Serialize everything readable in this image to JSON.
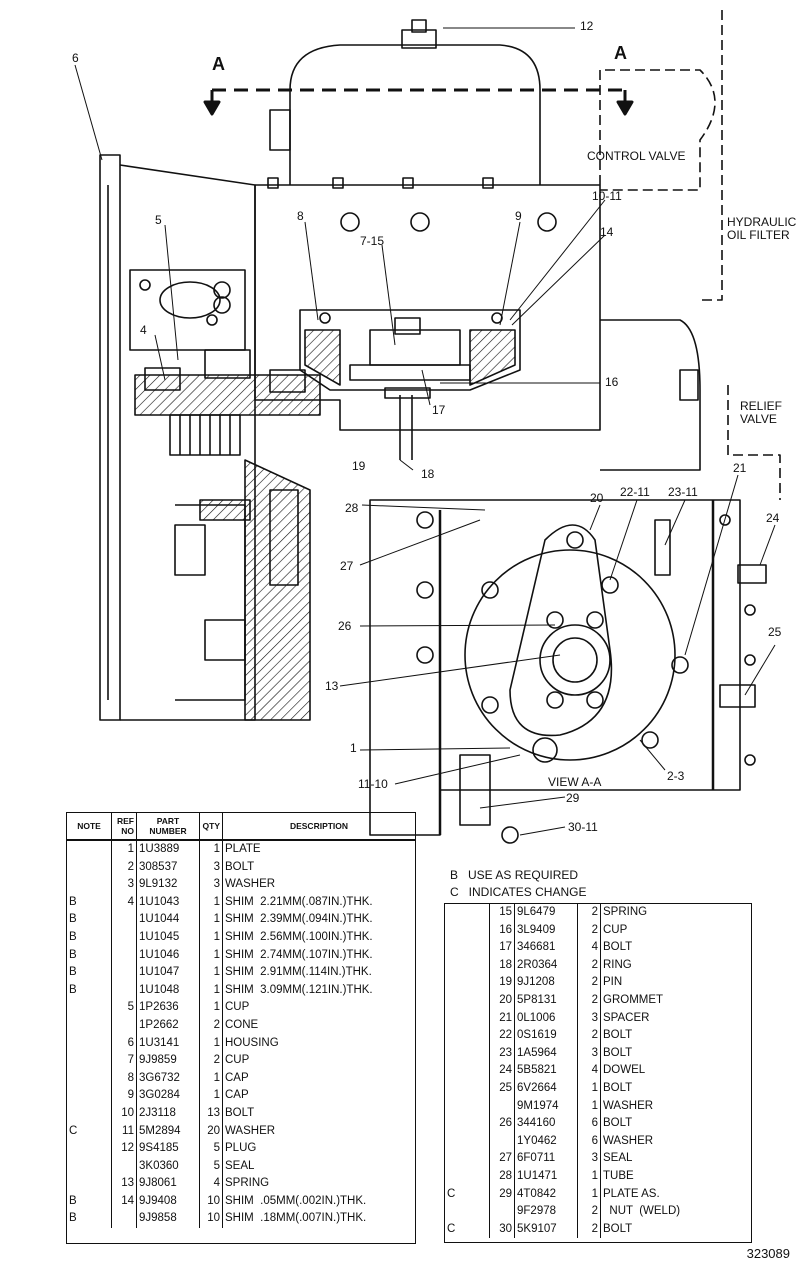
{
  "diagram": {
    "section_mark": "A",
    "callouts": {
      "c12": "12",
      "c6": "6",
      "control_valve": "CONTROL VALVE",
      "c10_11a": "10-11",
      "hydraulic_filter": "HYDRAULIC\nOIL FILTER",
      "c5": "5",
      "c8": "8",
      "c9": "9",
      "c7_15": "7-15",
      "c14": "14",
      "c4": "4",
      "c16": "16",
      "relief_valve": "RELIEF\nVALVE",
      "c17": "17",
      "c19": "19",
      "c18": "18",
      "c21": "21",
      "c20": "20",
      "c22_11": "22-11",
      "c23_11": "23-11",
      "c28": "28",
      "c24": "24",
      "c27": "27",
      "c26": "26",
      "c25": "25",
      "c13": "13",
      "c1": "1",
      "c2_3": "2-3",
      "c11_10": "11-10",
      "view_aa": "VIEW A-A",
      "c29": "29",
      "c30_11": "30-11"
    }
  },
  "notes": {
    "line1": "B   USE AS REQUIRED",
    "line2": "C   INDICATES CHANGE"
  },
  "table": {
    "headers": {
      "note": "NOTE",
      "ref": "REF\nNO",
      "part": "PART\nNUMBER",
      "qty": "QTY",
      "desc": "DESCRIPTION"
    },
    "left_rows": [
      [
        "",
        "1",
        "1U3889",
        "1",
        "PLATE"
      ],
      [
        "",
        "2",
        "308537",
        "3",
        "BOLT"
      ],
      [
        "",
        "3",
        "9L9132",
        "3",
        "WASHER"
      ],
      [
        "B",
        "4",
        "1U1043",
        "1",
        "SHIM  2.21MM(.087IN.)THK."
      ],
      [
        "B",
        "",
        "1U1044",
        "1",
        "SHIM  2.39MM(.094IN.)THK."
      ],
      [
        "B",
        "",
        "1U1045",
        "1",
        "SHIM  2.56MM(.100IN.)THK."
      ],
      [
        "B",
        "",
        "1U1046",
        "1",
        "SHIM  2.74MM(.107IN.)THK."
      ],
      [
        "B",
        "",
        "1U1047",
        "1",
        "SHIM  2.91MM(.114IN.)THK."
      ],
      [
        "B",
        "",
        "1U1048",
        "1",
        "SHIM  3.09MM(.121IN.)THK."
      ],
      [
        "",
        "5",
        "1P2636",
        "1",
        "CUP"
      ],
      [
        "",
        "",
        "1P2662",
        "2",
        "CONE"
      ],
      [
        "",
        "6",
        "1U3141",
        "1",
        "HOUSING"
      ],
      [
        "",
        "7",
        "9J9859",
        "2",
        "CUP"
      ],
      [
        "",
        "8",
        "3G6732",
        "1",
        "CAP"
      ],
      [
        "",
        "9",
        "3G0284",
        "1",
        "CAP"
      ],
      [
        "",
        "10",
        "2J3118",
        "13",
        "BOLT"
      ],
      [
        "C",
        "11",
        "5M2894",
        "20",
        "WASHER"
      ],
      [
        "",
        "12",
        "9S4185",
        "5",
        "PLUG"
      ],
      [
        "",
        "",
        "3K0360",
        "5",
        "SEAL"
      ],
      [
        "",
        "13",
        "9J8061",
        "4",
        "SPRING"
      ],
      [
        "B",
        "14",
        "9J9408",
        "10",
        "SHIM  .05MM(.002IN.)THK."
      ],
      [
        "B",
        "",
        "9J9858",
        "10",
        "SHIM  .18MM(.007IN.)THK."
      ]
    ],
    "right_rows": [
      [
        "",
        "15",
        "9L6479",
        "2",
        "SPRING"
      ],
      [
        "",
        "16",
        "3L9409",
        "2",
        "CUP"
      ],
      [
        "",
        "17",
        "346681",
        "4",
        "BOLT"
      ],
      [
        "",
        "18",
        "2R0364",
        "2",
        "RING"
      ],
      [
        "",
        "19",
        "9J1208",
        "2",
        "PIN"
      ],
      [
        "",
        "20",
        "5P8131",
        "2",
        "GROMMET"
      ],
      [
        "",
        "21",
        "0L1006",
        "3",
        "SPACER"
      ],
      [
        "",
        "22",
        "0S1619",
        "2",
        "BOLT"
      ],
      [
        "",
        "23",
        "1A5964",
        "3",
        "BOLT"
      ],
      [
        "",
        "24",
        "5B5821",
        "4",
        "DOWEL"
      ],
      [
        "",
        "25",
        "6V2664",
        "1",
        "BOLT"
      ],
      [
        "",
        "",
        "9M1974",
        "1",
        "WASHER"
      ],
      [
        "",
        "26",
        "344160",
        "6",
        "BOLT"
      ],
      [
        "",
        "",
        "1Y0462",
        "6",
        "WASHER"
      ],
      [
        "",
        "27",
        "6F0711",
        "3",
        "SEAL"
      ],
      [
        "",
        "28",
        "1U1471",
        "1",
        "TUBE"
      ],
      [
        "C",
        "29",
        "4T0842",
        "1",
        "PLATE AS."
      ],
      [
        "",
        "",
        "9F2978",
        "2",
        "  NUT  (WELD)"
      ],
      [
        "C",
        "30",
        "5K9107",
        "2",
        "BOLT"
      ]
    ]
  },
  "doc_number": "323089"
}
